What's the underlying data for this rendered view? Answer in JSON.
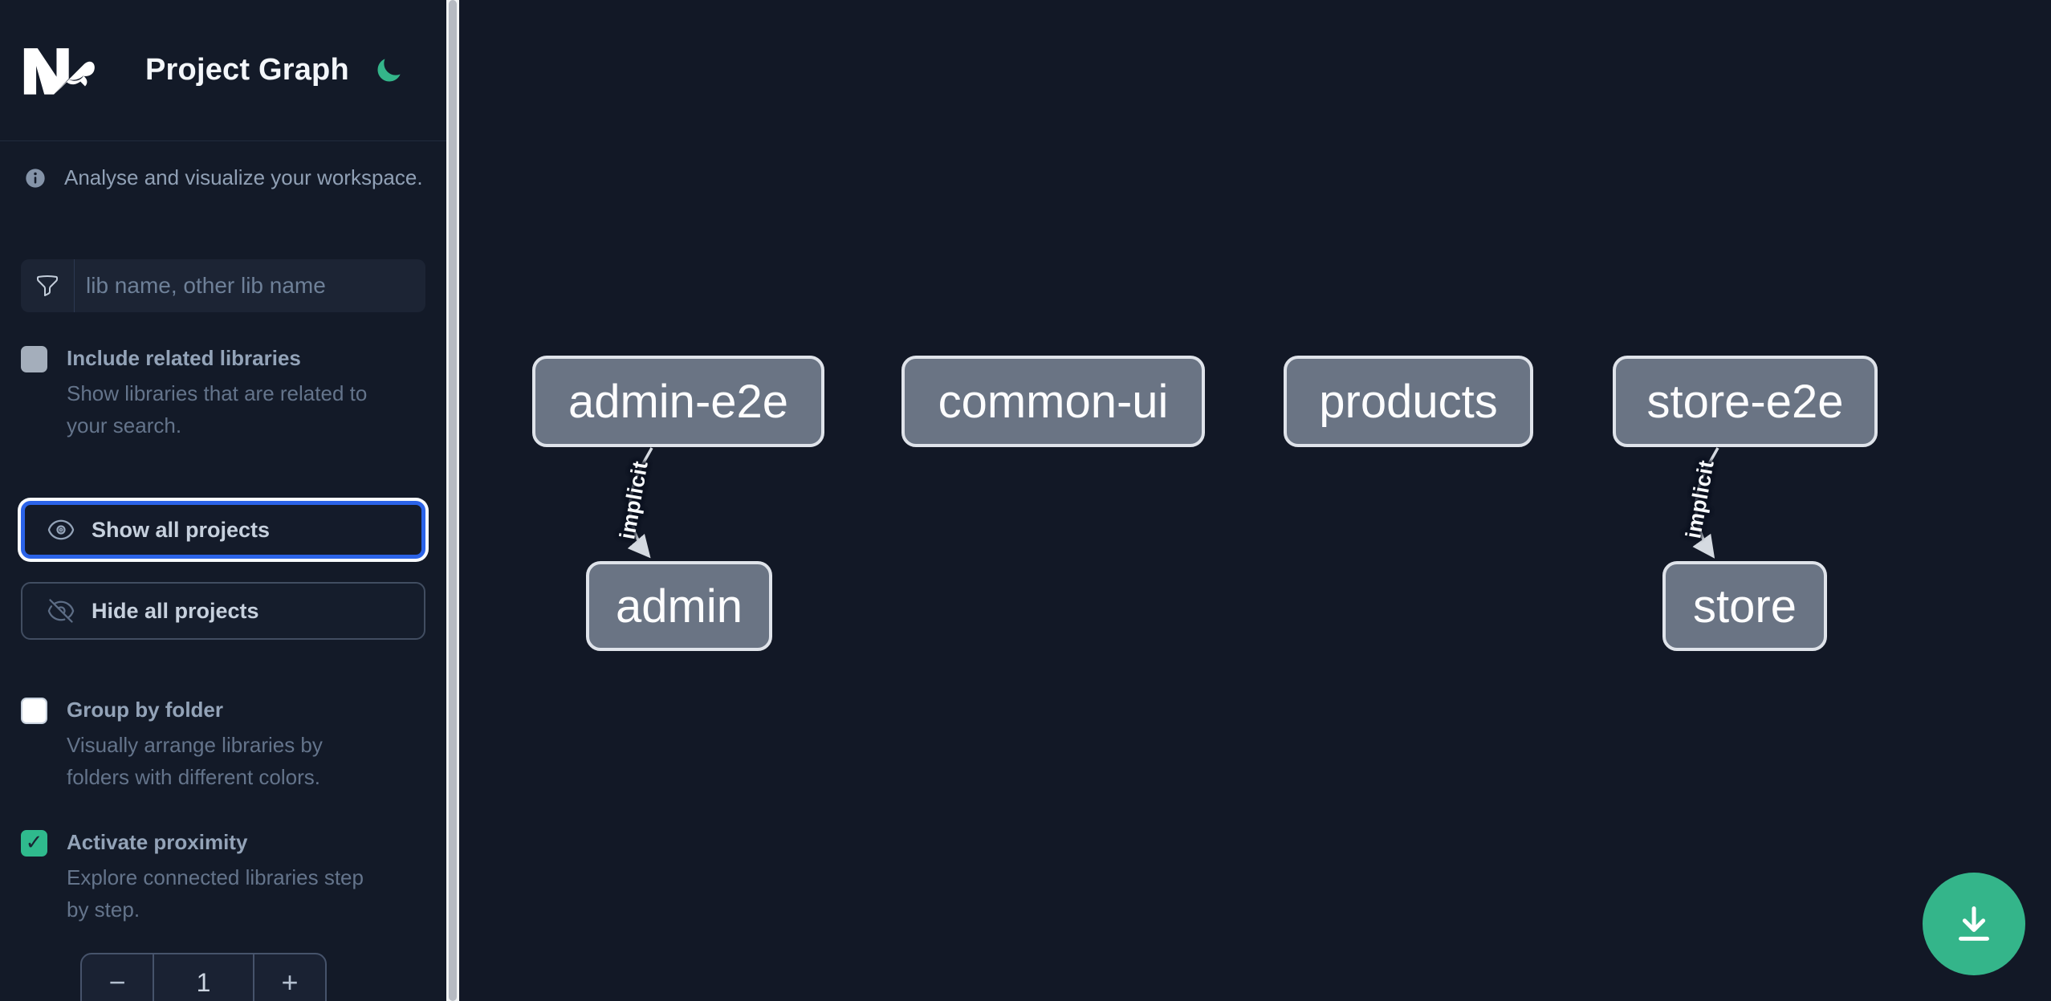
{
  "app": {
    "title": "Project Graph",
    "logo_icon": "nx-logo",
    "theme_toggle_icon": "moon-icon"
  },
  "sidebar": {
    "info": {
      "icon": "info-icon",
      "text": "Analyse and visualize your workspace."
    },
    "search": {
      "icon": "filter-funnel-icon",
      "placeholder": "lib name, other lib name",
      "value": ""
    },
    "options": [
      {
        "label": "Include related libraries",
        "description": "Show libraries that are related to\nyour search.",
        "checked": false,
        "disabled": true
      },
      {
        "label": "Group by folder",
        "description": "Visually arrange libraries by\nfolders with different colors.",
        "checked": false,
        "disabled": false
      },
      {
        "label": "Activate proximity",
        "description": "Explore connected libraries step\nby step.",
        "checked": true,
        "disabled": false
      }
    ],
    "actions": [
      {
        "label": "Show all projects",
        "icon": "eye-icon",
        "focused": true
      },
      {
        "label": "Hide all projects",
        "icon": "eye-off-icon",
        "focused": false
      }
    ],
    "proximity_stepper": {
      "decrement_label": "−",
      "value": "1",
      "increment_label": "+"
    }
  },
  "graph": {
    "nodes": [
      {
        "id": "admin-e2e",
        "label": "admin-e2e"
      },
      {
        "id": "common-ui",
        "label": "common-ui"
      },
      {
        "id": "products",
        "label": "products"
      },
      {
        "id": "store-e2e",
        "label": "store-e2e"
      },
      {
        "id": "admin",
        "label": "admin"
      },
      {
        "id": "store",
        "label": "store"
      }
    ],
    "edges": [
      {
        "from": "admin-e2e",
        "to": "admin",
        "label": "implicit"
      },
      {
        "from": "store-e2e",
        "to": "store",
        "label": "implicit"
      }
    ],
    "download_icon": "download-icon"
  },
  "colors": {
    "accent_green": "#34b58a",
    "focus_blue": "#2b63e8",
    "node_fill": "#6a7484",
    "node_border": "#dfe3ea",
    "sidebar_bg": "#131a28",
    "canvas_bg": "#121826"
  }
}
